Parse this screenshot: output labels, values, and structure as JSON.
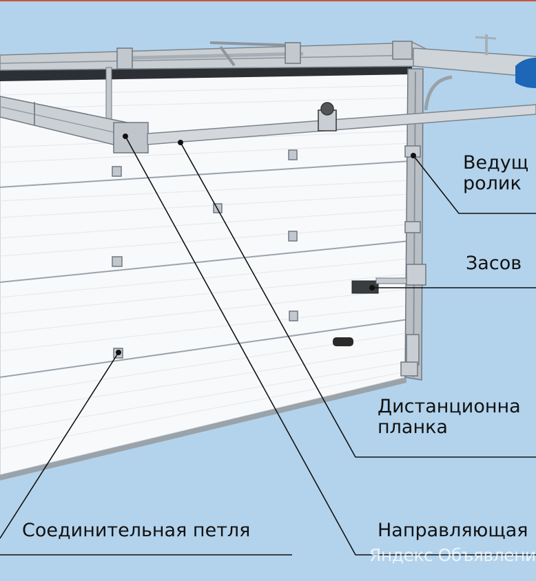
{
  "labels": {
    "drive_roller_line1": "Ведущ",
    "drive_roller_line2": "ролик",
    "bolt": "Засов",
    "spacer_line1": "Дистанционна",
    "spacer_line2": "планка",
    "hinge": "Соединительная петля",
    "guide": "Направляющая"
  },
  "watermark": "Яндекс Объявления",
  "colors": {
    "background": "#b3d3ec",
    "panel": "#f7f9fb",
    "panel_groove": "#b9c1c8",
    "metal": "#c9ced3",
    "leader_line": "#111111",
    "motor": "#1d66b8"
  }
}
